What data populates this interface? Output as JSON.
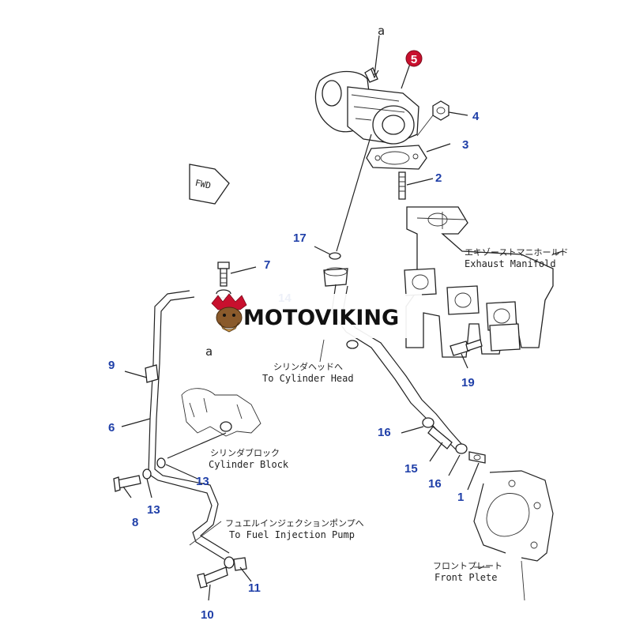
{
  "callouts": {
    "n1": "1",
    "n2": "2",
    "n3": "3",
    "n4": "4",
    "n5": "5",
    "n6": "6",
    "n7": "7",
    "n8": "8",
    "n9": "9",
    "n10": "10",
    "n11": "11",
    "n13a": "13",
    "n13b": "13",
    "n14": "14",
    "n15": "15",
    "n16a": "16",
    "n16b": "16",
    "n17": "17",
    "n19": "19"
  },
  "letters": {
    "a_top": "a",
    "a_mid": "a"
  },
  "labels": {
    "fwd": "FWD",
    "exhaust_jp": "エキゾーストマニホールド",
    "exhaust_en": "Exhaust Manifold",
    "cyl_head_jp": "シリンダヘッドへ",
    "cyl_head_en": "To Cylinder Head",
    "cyl_block_jp": "シリンダブロック",
    "cyl_block_en": "Cylinder Block",
    "fuel_jp": "フュエルインジェクションポンプへ",
    "fuel_en": "To Fuel Injection Pump",
    "front_jp": "フロントプレート",
    "front_en": "Front Plete"
  },
  "watermark": {
    "text": "MOTOVIKING"
  },
  "colors": {
    "callout": "#1f3fa8",
    "highlight": "#c8102e",
    "line": "#222222"
  }
}
